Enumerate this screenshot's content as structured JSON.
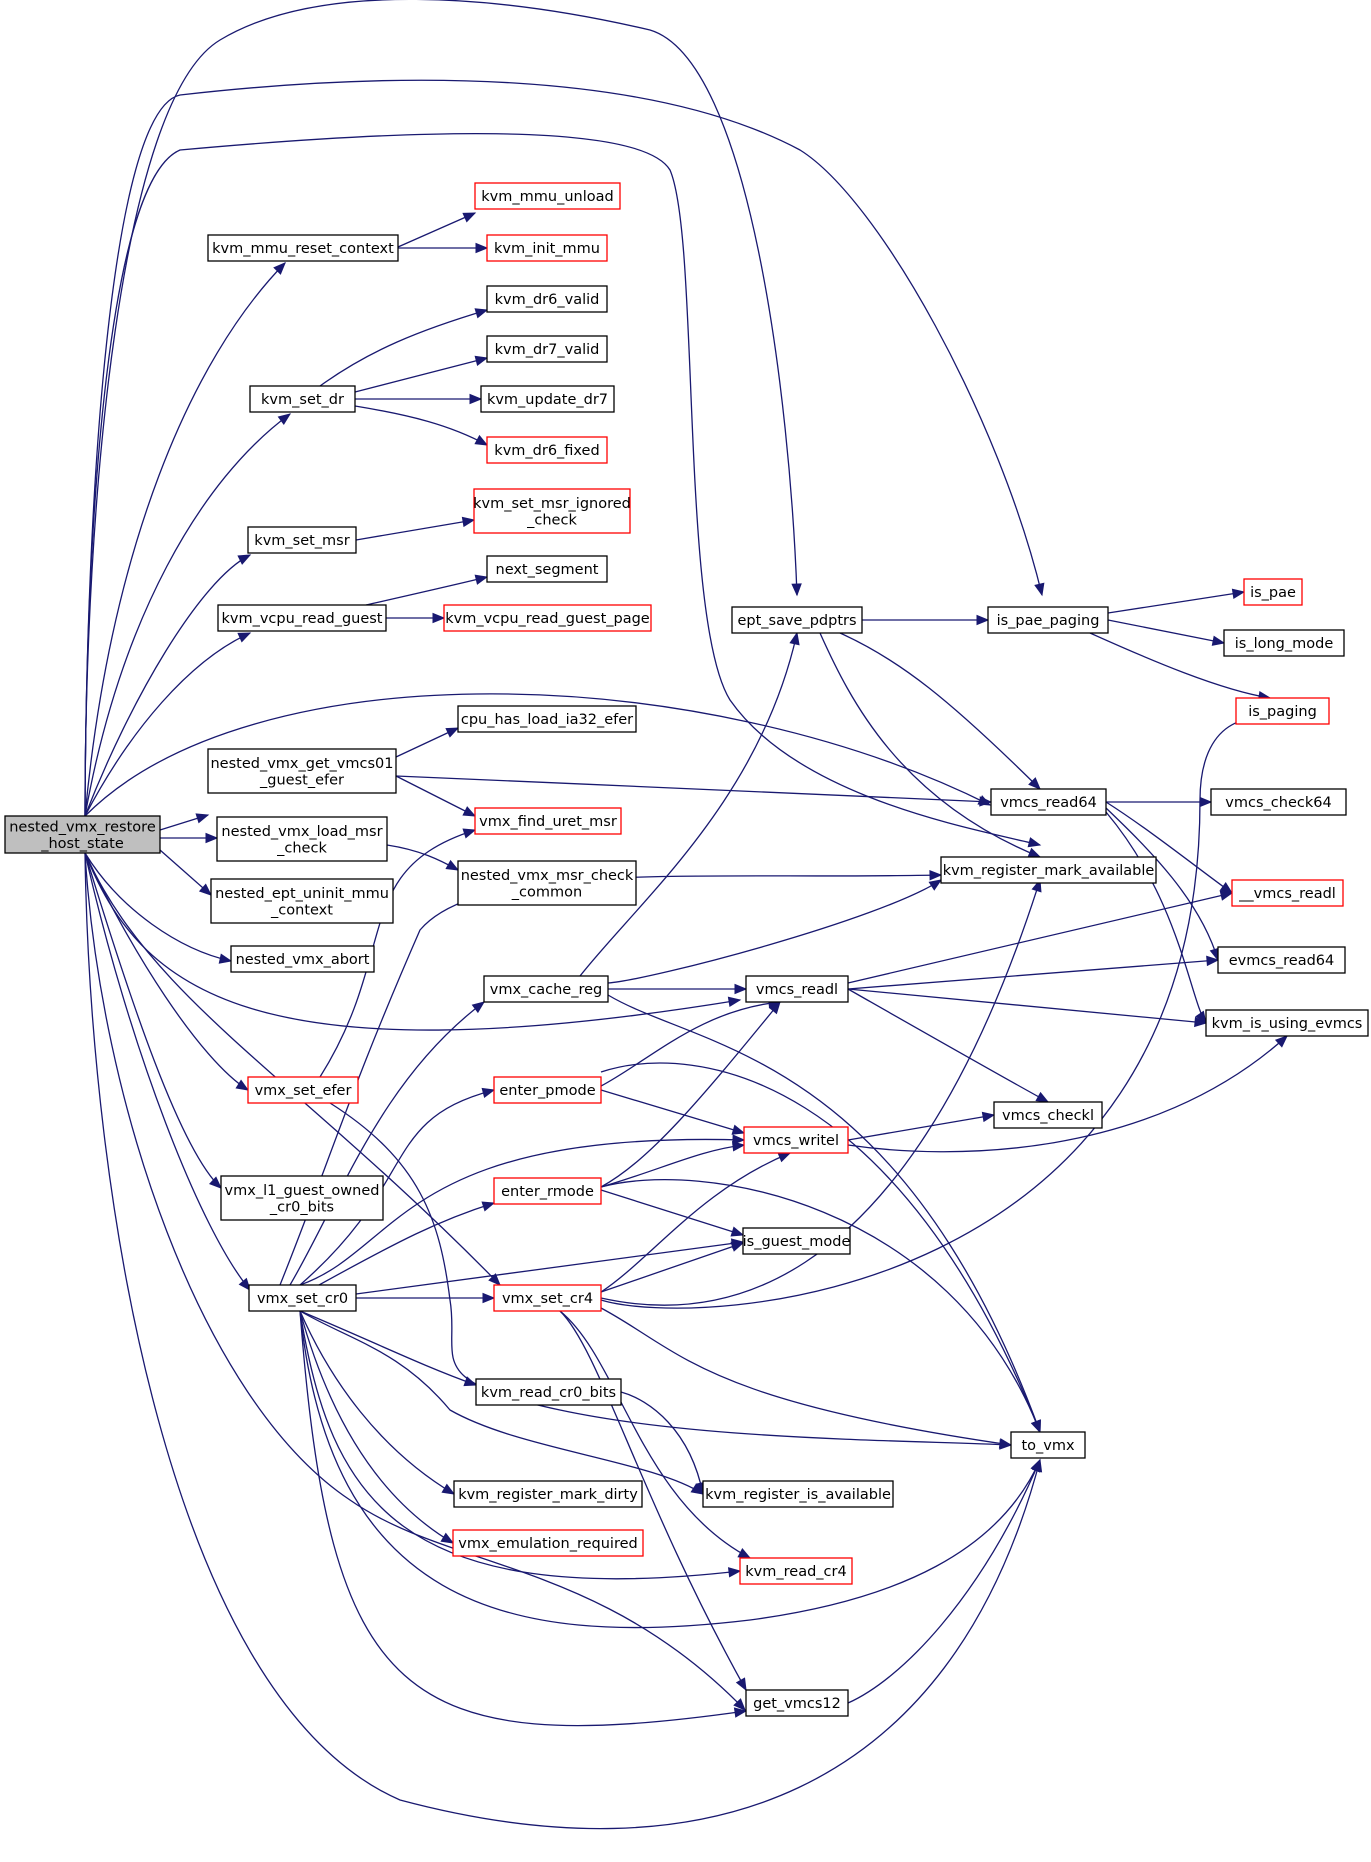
{
  "colors": {
    "edge": "#191970",
    "root_fill": "#bfbfbf",
    "node_border": "#000000",
    "incomplete_border": "#ff0000",
    "node_fill": "#ffffff"
  },
  "nodes": [
    {
      "id": "root",
      "lines": [
        "nested_vmx_restore",
        "_host_state"
      ],
      "kind": "root"
    },
    {
      "id": "kvm_mmu_reset_context",
      "lines": [
        "kvm_mmu_reset_context"
      ],
      "kind": "normal"
    },
    {
      "id": "kvm_mmu_unload",
      "lines": [
        "kvm_mmu_unload"
      ],
      "kind": "incomplete"
    },
    {
      "id": "kvm_init_mmu",
      "lines": [
        "kvm_init_mmu"
      ],
      "kind": "incomplete"
    },
    {
      "id": "kvm_dr6_valid",
      "lines": [
        "kvm_dr6_valid"
      ],
      "kind": "normal"
    },
    {
      "id": "kvm_dr7_valid",
      "lines": [
        "kvm_dr7_valid"
      ],
      "kind": "normal"
    },
    {
      "id": "kvm_set_dr",
      "lines": [
        "kvm_set_dr"
      ],
      "kind": "normal"
    },
    {
      "id": "kvm_update_dr7",
      "lines": [
        "kvm_update_dr7"
      ],
      "kind": "normal"
    },
    {
      "id": "kvm_dr6_fixed",
      "lines": [
        "kvm_dr6_fixed"
      ],
      "kind": "incomplete"
    },
    {
      "id": "kvm_set_msr_ignored_check",
      "lines": [
        "kvm_set_msr_ignored",
        "_check"
      ],
      "kind": "incomplete"
    },
    {
      "id": "kvm_set_msr",
      "lines": [
        "kvm_set_msr"
      ],
      "kind": "normal"
    },
    {
      "id": "next_segment",
      "lines": [
        "next_segment"
      ],
      "kind": "normal"
    },
    {
      "id": "kvm_vcpu_read_guest",
      "lines": [
        "kvm_vcpu_read_guest"
      ],
      "kind": "normal"
    },
    {
      "id": "kvm_vcpu_read_guest_page",
      "lines": [
        "kvm_vcpu_read_guest_page"
      ],
      "kind": "incomplete"
    },
    {
      "id": "cpu_has_load_ia32_efer",
      "lines": [
        "cpu_has_load_ia32_efer"
      ],
      "kind": "normal"
    },
    {
      "id": "nested_vmx_get_vmcs01_guest_efer",
      "lines": [
        "nested_vmx_get_vmcs01",
        "_guest_efer"
      ],
      "kind": "normal"
    },
    {
      "id": "vmx_find_uret_msr",
      "lines": [
        "vmx_find_uret_msr"
      ],
      "kind": "incomplete"
    },
    {
      "id": "nested_vmx_load_msr_check",
      "lines": [
        "nested_vmx_load_msr",
        "_check"
      ],
      "kind": "normal"
    },
    {
      "id": "nested_vmx_msr_check_common",
      "lines": [
        "nested_vmx_msr_check",
        "_common"
      ],
      "kind": "normal"
    },
    {
      "id": "nested_ept_uninit_mmu_context",
      "lines": [
        "nested_ept_uninit_mmu",
        "_context"
      ],
      "kind": "normal"
    },
    {
      "id": "nested_vmx_abort",
      "lines": [
        "nested_vmx_abort"
      ],
      "kind": "normal"
    },
    {
      "id": "vmx_set_efer",
      "lines": [
        "vmx_set_efer"
      ],
      "kind": "incomplete"
    },
    {
      "id": "vmx_l1_guest_owned_cr0_bits",
      "lines": [
        "vmx_l1_guest_owned",
        "_cr0_bits"
      ],
      "kind": "normal"
    },
    {
      "id": "vmx_set_cr0",
      "lines": [
        "vmx_set_cr0"
      ],
      "kind": "normal"
    },
    {
      "id": "vmx_cache_reg",
      "lines": [
        "vmx_cache_reg"
      ],
      "kind": "normal"
    },
    {
      "id": "enter_pmode",
      "lines": [
        "enter_pmode"
      ],
      "kind": "incomplete"
    },
    {
      "id": "enter_rmode",
      "lines": [
        "enter_rmode"
      ],
      "kind": "incomplete"
    },
    {
      "id": "vmx_set_cr4",
      "lines": [
        "vmx_set_cr4"
      ],
      "kind": "incomplete"
    },
    {
      "id": "kvm_read_cr0_bits",
      "lines": [
        "kvm_read_cr0_bits"
      ],
      "kind": "normal"
    },
    {
      "id": "kvm_register_mark_dirty",
      "lines": [
        "kvm_register_mark_dirty"
      ],
      "kind": "normal"
    },
    {
      "id": "vmx_emulation_required",
      "lines": [
        "vmx_emulation_required"
      ],
      "kind": "incomplete"
    },
    {
      "id": "ept_save_pdptrs",
      "lines": [
        "ept_save_pdptrs"
      ],
      "kind": "normal"
    },
    {
      "id": "vmcs_readl",
      "lines": [
        "vmcs_readl"
      ],
      "kind": "normal"
    },
    {
      "id": "vmcs_writel",
      "lines": [
        "vmcs_writel"
      ],
      "kind": "incomplete"
    },
    {
      "id": "is_guest_mode",
      "lines": [
        "is_guest_mode"
      ],
      "kind": "normal"
    },
    {
      "id": "kvm_register_is_available",
      "lines": [
        "kvm_register_is_available"
      ],
      "kind": "normal"
    },
    {
      "id": "kvm_read_cr4",
      "lines": [
        "kvm_read_cr4"
      ],
      "kind": "incomplete"
    },
    {
      "id": "get_vmcs12",
      "lines": [
        "get_vmcs12"
      ],
      "kind": "normal"
    },
    {
      "id": "kvm_register_mark_available",
      "lines": [
        "kvm_register_mark_available"
      ],
      "kind": "normal"
    },
    {
      "id": "is_pae_paging",
      "lines": [
        "is_pae_paging"
      ],
      "kind": "normal"
    },
    {
      "id": "vmcs_read64",
      "lines": [
        "vmcs_read64"
      ],
      "kind": "normal"
    },
    {
      "id": "vmcs_checkl",
      "lines": [
        "vmcs_checkl"
      ],
      "kind": "normal"
    },
    {
      "id": "to_vmx",
      "lines": [
        "to_vmx"
      ],
      "kind": "normal"
    },
    {
      "id": "is_pae",
      "lines": [
        "is_pae"
      ],
      "kind": "incomplete"
    },
    {
      "id": "is_long_mode",
      "lines": [
        "is_long_mode"
      ],
      "kind": "normal"
    },
    {
      "id": "is_paging",
      "lines": [
        "is_paging"
      ],
      "kind": "incomplete"
    },
    {
      "id": "vmcs_check64",
      "lines": [
        "vmcs_check64"
      ],
      "kind": "normal"
    },
    {
      "id": "__vmcs_readl",
      "lines": [
        "__vmcs_readl"
      ],
      "kind": "incomplete"
    },
    {
      "id": "evmcs_read64",
      "lines": [
        "evmcs_read64"
      ],
      "kind": "normal"
    },
    {
      "id": "kvm_is_using_evmcs",
      "lines": [
        "kvm_is_using_evmcs"
      ],
      "kind": "normal"
    }
  ]
}
